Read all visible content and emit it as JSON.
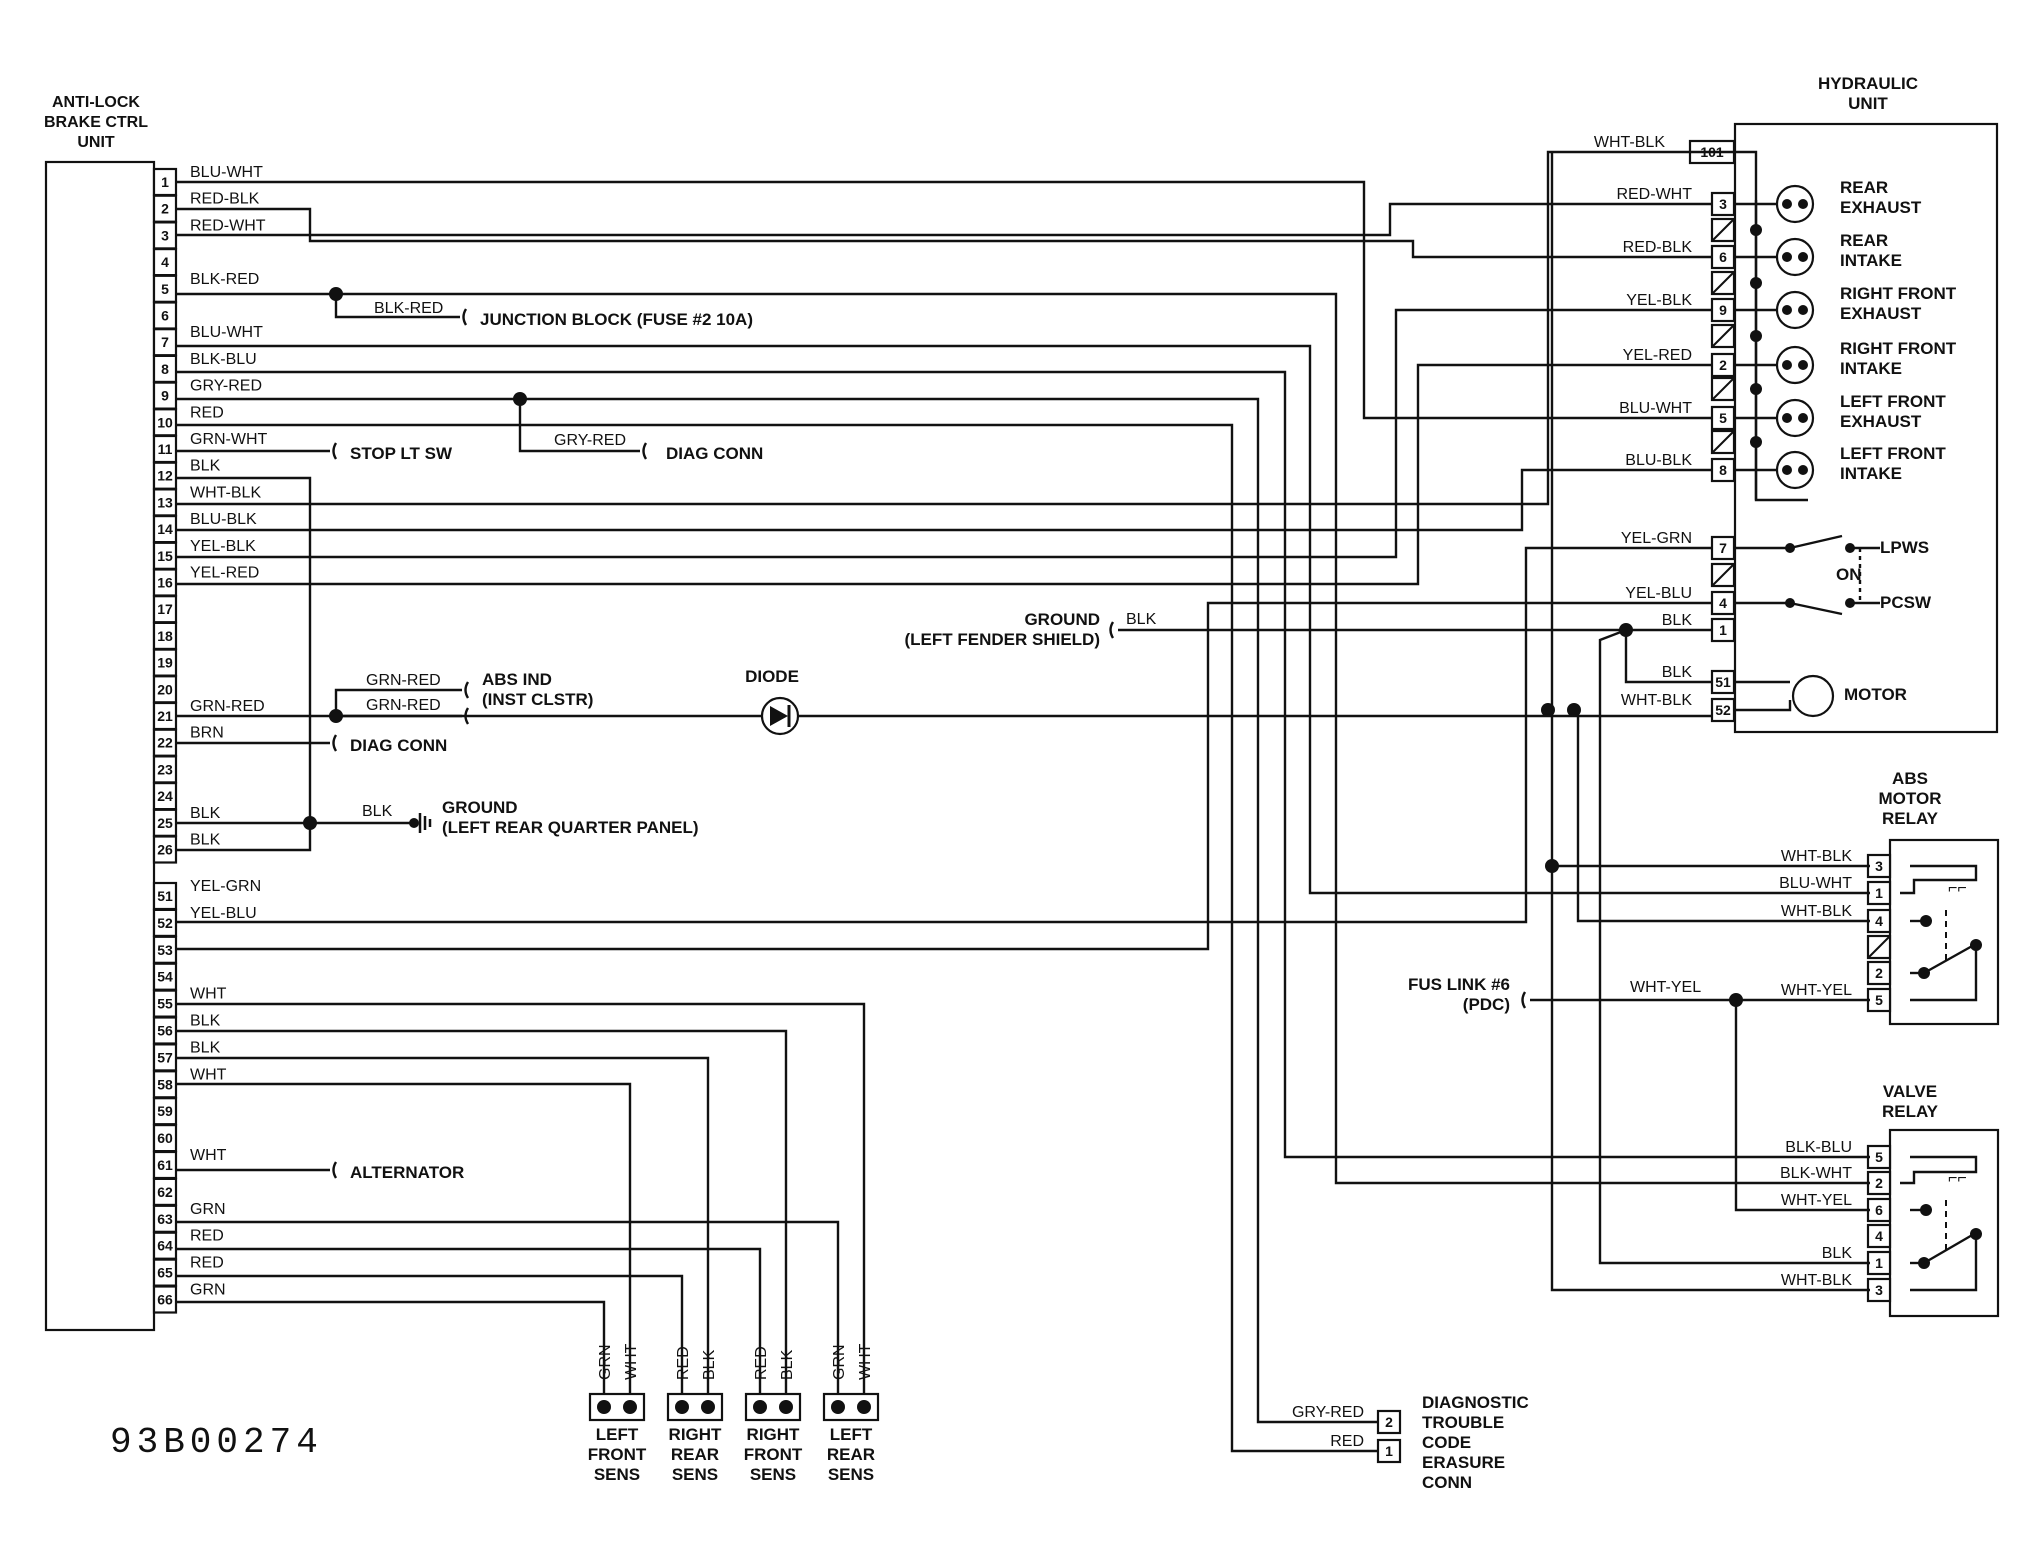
{
  "drawing_number": "93B00274",
  "colors": {
    "ink": "#111111",
    "paper": "#ffffff"
  },
  "ecu": {
    "title_lines": [
      "ANTI-LOCK",
      "BRAKE CTRL",
      "UNIT"
    ],
    "pins": [
      {
        "n": "1",
        "wire": "BLU-WHT"
      },
      {
        "n": "2",
        "wire": "RED-BLK"
      },
      {
        "n": "3",
        "wire": "RED-WHT"
      },
      {
        "n": "4",
        "wire": ""
      },
      {
        "n": "5",
        "wire": "BLK-RED"
      },
      {
        "n": "6",
        "wire": ""
      },
      {
        "n": "7",
        "wire": "BLU-WHT"
      },
      {
        "n": "8",
        "wire": "BLK-BLU"
      },
      {
        "n": "9",
        "wire": "GRY-RED"
      },
      {
        "n": "10",
        "wire": "RED"
      },
      {
        "n": "11",
        "wire": "GRN-WHT"
      },
      {
        "n": "12",
        "wire": "BLK"
      },
      {
        "n": "13",
        "wire": "WHT-BLK"
      },
      {
        "n": "14",
        "wire": "BLU-BLK"
      },
      {
        "n": "15",
        "wire": "YEL-BLK"
      },
      {
        "n": "16",
        "wire": "YEL-RED"
      },
      {
        "n": "17",
        "wire": ""
      },
      {
        "n": "18",
        "wire": ""
      },
      {
        "n": "19",
        "wire": ""
      },
      {
        "n": "20",
        "wire": ""
      },
      {
        "n": "21",
        "wire": "GRN-RED"
      },
      {
        "n": "22",
        "wire": "BRN"
      },
      {
        "n": "23",
        "wire": ""
      },
      {
        "n": "24",
        "wire": ""
      },
      {
        "n": "25",
        "wire": "BLK"
      },
      {
        "n": "26",
        "wire": "BLK"
      },
      {
        "n": "51",
        "wire": "YEL-GRN"
      },
      {
        "n": "52",
        "wire": "YEL-BLU"
      },
      {
        "n": "53",
        "wire": ""
      },
      {
        "n": "54",
        "wire": ""
      },
      {
        "n": "55",
        "wire": "WHT"
      },
      {
        "n": "56",
        "wire": "BLK"
      },
      {
        "n": "57",
        "wire": "BLK"
      },
      {
        "n": "58",
        "wire": "WHT"
      },
      {
        "n": "59",
        "wire": ""
      },
      {
        "n": "60",
        "wire": ""
      },
      {
        "n": "61",
        "wire": "WHT"
      },
      {
        "n": "62",
        "wire": ""
      },
      {
        "n": "63",
        "wire": "GRN"
      },
      {
        "n": "64",
        "wire": "RED"
      },
      {
        "n": "65",
        "wire": "RED"
      },
      {
        "n": "66",
        "wire": "GRN"
      }
    ]
  },
  "branches": {
    "junction_block": {
      "wire": "BLK-RED",
      "label": "JUNCTION BLOCK (FUSE #2 10A)"
    },
    "diag_conn_9": {
      "wire": "GRY-RED",
      "label": "DIAG CONN"
    },
    "stop_lt_sw": {
      "label": "STOP LT SW"
    },
    "abs_ind": {
      "wire_top": "GRN-RED",
      "wire_bottom": "GRN-RED",
      "label_line1": "ABS IND",
      "label_line2": "(INST CLSTR)"
    },
    "diag_conn_22": {
      "label": "DIAG CONN"
    },
    "diode": {
      "label": "DIODE"
    },
    "ground_rear": {
      "wire": "BLK",
      "label_line1": "GROUND",
      "label_line2": "(LEFT REAR QUARTER PANEL)"
    },
    "ground_fender": {
      "wire": "BLK",
      "label_line1": "GROUND",
      "label_line2": "(LEFT FENDER SHIELD)"
    },
    "alternator": {
      "label": "ALTERNATOR"
    },
    "fus_link": {
      "label_line1": "FUS LINK #6",
      "label_line2": "(PDC)",
      "wire": "WHT-YEL"
    }
  },
  "hydraulic_unit": {
    "title_lines": [
      "HYDRAULIC",
      "UNIT"
    ],
    "pins": [
      {
        "n": "101",
        "wire": "WHT-BLK"
      },
      {
        "n": "3",
        "wire": "RED-WHT"
      },
      {
        "n": "6",
        "wire": "RED-BLK"
      },
      {
        "n": "9",
        "wire": "YEL-BLK"
      },
      {
        "n": "2",
        "wire": "YEL-RED"
      },
      {
        "n": "5",
        "wire": "BLU-WHT"
      },
      {
        "n": "8",
        "wire": "BLU-BLK"
      },
      {
        "n": "7",
        "wire": "YEL-GRN"
      },
      {
        "n": "4",
        "wire": "YEL-BLU"
      },
      {
        "n": "1",
        "wire": "BLK"
      },
      {
        "n": "51",
        "wire": "BLK"
      },
      {
        "n": "52",
        "wire": "WHT-BLK"
      }
    ],
    "valves": [
      {
        "line1": "REAR",
        "line2": "EXHAUST"
      },
      {
        "line1": "REAR",
        "line2": "INTAKE"
      },
      {
        "line1": "RIGHT FRONT",
        "line2": "EXHAUST"
      },
      {
        "line1": "RIGHT FRONT",
        "line2": "INTAKE"
      },
      {
        "line1": "LEFT FRONT",
        "line2": "EXHAUST"
      },
      {
        "line1": "LEFT FRONT",
        "line2": "INTAKE"
      }
    ],
    "lpws": "LPWS",
    "on": "ON",
    "pcsw": "PCSW",
    "motor": "MOTOR"
  },
  "abs_motor_relay": {
    "title_lines": [
      "ABS",
      "MOTOR",
      "RELAY"
    ],
    "pins": [
      {
        "n": "3",
        "wire": "WHT-BLK"
      },
      {
        "n": "1",
        "wire": "BLU-WHT"
      },
      {
        "n": "4",
        "wire": "WHT-BLK"
      },
      {
        "n": "2",
        "wire": ""
      },
      {
        "n": "5",
        "wire": "WHT-YEL"
      }
    ]
  },
  "valve_relay": {
    "title_lines": [
      "VALVE",
      "RELAY"
    ],
    "pins": [
      {
        "n": "5",
        "wire": "BLK-BLU"
      },
      {
        "n": "2",
        "wire": "BLK-WHT"
      },
      {
        "n": "6",
        "wire": "WHT-YEL"
      },
      {
        "n": "4",
        "wire": ""
      },
      {
        "n": "1",
        "wire": "BLK"
      },
      {
        "n": "3",
        "wire": "WHT-BLK"
      }
    ]
  },
  "dtc_conn": {
    "title_lines": [
      "DIAGNOSTIC",
      "TROUBLE",
      "CODE",
      "ERASURE",
      "CONN"
    ],
    "pins": [
      {
        "n": "2",
        "wire": "GRY-RED"
      },
      {
        "n": "1",
        "wire": "RED"
      }
    ]
  },
  "sensors": [
    {
      "wires": [
        "GRN",
        "WHT"
      ],
      "name_lines": [
        "LEFT",
        "FRONT",
        "SENS"
      ]
    },
    {
      "wires": [
        "RED",
        "BLK"
      ],
      "name_lines": [
        "RIGHT",
        "REAR",
        "SENS"
      ]
    },
    {
      "wires": [
        "RED",
        "BLK"
      ],
      "name_lines": [
        "RIGHT",
        "FRONT",
        "SENS"
      ]
    },
    {
      "wires": [
        "GRN",
        "WHT"
      ],
      "name_lines": [
        "LEFT",
        "REAR",
        "SENS"
      ]
    }
  ]
}
